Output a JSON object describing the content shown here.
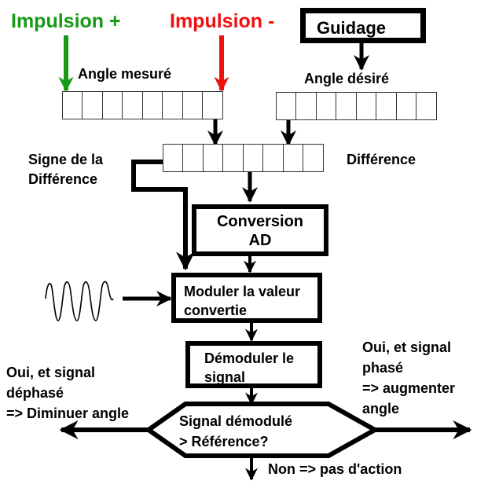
{
  "colors": {
    "impulse_plus": "#169a16",
    "impulse_minus": "#f01010",
    "line": "#000000"
  },
  "inputs": {
    "impulse_plus": "Impulsion +",
    "impulse_minus": "Impulsion -",
    "guidance": "Guidage"
  },
  "registers": {
    "measured_angle": {
      "label": "Angle mesuré",
      "bits": 8
    },
    "desired_angle": {
      "label": "Angle désiré",
      "bits": 8
    },
    "difference": {
      "label": "Différence",
      "bits": 8
    },
    "sign_label_line1": "Signe de la",
    "sign_label_line2": "Différence"
  },
  "process": {
    "conversion": {
      "line1": "Conversion",
      "line2": "AD"
    },
    "modulate": {
      "line1": "Moduler la valeur",
      "line2": "convertie"
    },
    "demodulate": {
      "line1": "Démoduler le",
      "line2": "signal"
    },
    "carrier_icon": "sine-wave-icon"
  },
  "decision": {
    "line1": "Signal démodulé",
    "line2": "> Référence?",
    "left_branch": [
      "Oui, et signal",
      "déphasé",
      "=> Diminuer angle"
    ],
    "right_branch": [
      "Oui, et signal",
      "phasé",
      "=> augmenter",
      "angle"
    ],
    "down_branch": "Non => pas d'action"
  }
}
